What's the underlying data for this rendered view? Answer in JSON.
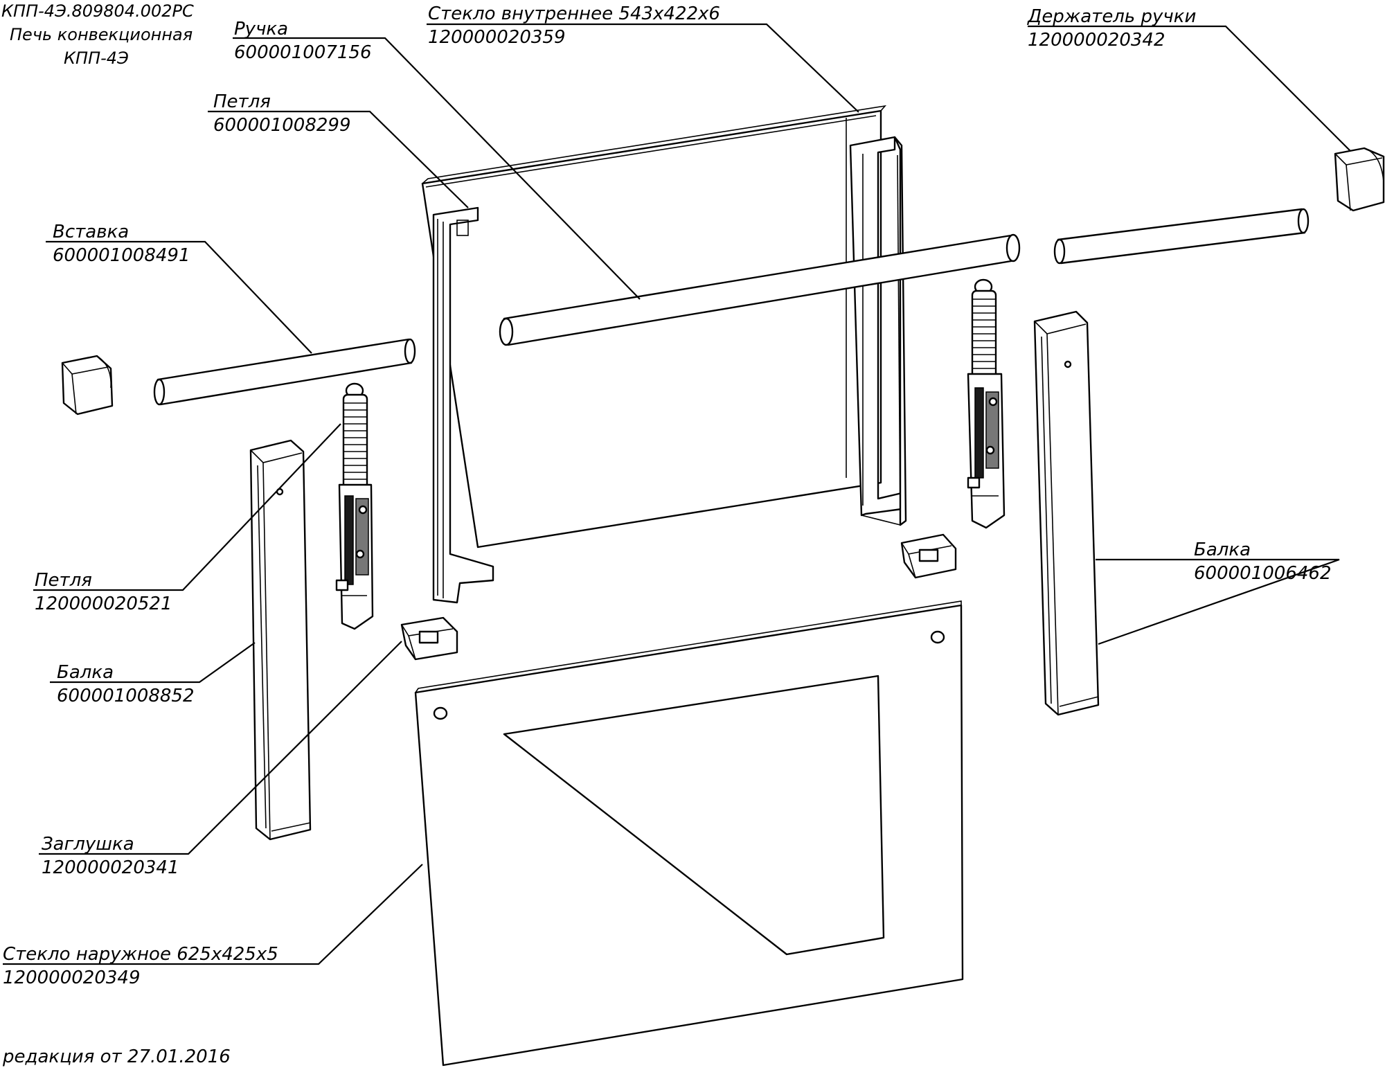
{
  "header": {
    "doc_code": "КПП-4Э.809804.002РС",
    "product_name": "Печь конвекционная",
    "model": "КПП-4Э"
  },
  "callouts": [
    {
      "name": "Ручка",
      "code": "600001007156"
    },
    {
      "name": "Стекло внутреннее 543х422х6",
      "code": "120000020359"
    },
    {
      "name": "Держатель ручки",
      "code": "120000020342"
    },
    {
      "name": "Петля",
      "code": "600001008299"
    },
    {
      "name": "Вставка",
      "code": "600001008491"
    },
    {
      "name": "Петля",
      "code": "120000020521"
    },
    {
      "name": "Балка",
      "code": "600001008852"
    },
    {
      "name": "Заглушка",
      "code": "120000020341"
    },
    {
      "name": "Стекло наружное 625х425х5",
      "code": "120000020349"
    },
    {
      "name": "Балка",
      "code": "600001006462"
    }
  ],
  "footer": {
    "revision": "редакция от 27.01.2016"
  }
}
